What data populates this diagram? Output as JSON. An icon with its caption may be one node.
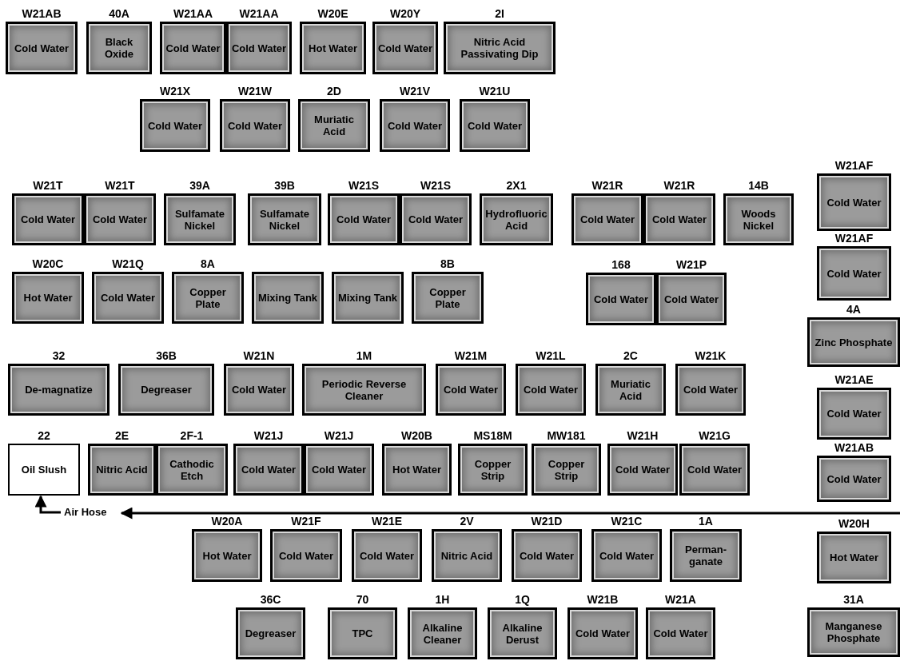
{
  "diagram": {
    "nodes": [
      {
        "text": [
          "W21AB",
          "Cold Water"
        ]
      },
      {
        "text": [
          "40A",
          "Black Oxide"
        ]
      },
      {
        "text": [
          "W21AA",
          "Cold Water"
        ]
      },
      {
        "text": [
          "W21AA",
          "Cold Water"
        ]
      },
      {
        "text": [
          "W20E",
          "Hot Water"
        ]
      },
      {
        "text": [
          "W20Y",
          "Cold Water"
        ]
      },
      {
        "text": [
          "2I",
          "Nitric Acid Passivating Dip"
        ]
      },
      {
        "text": [
          "W21X",
          "Cold Water"
        ]
      },
      {
        "text": [
          "W21W",
          "Cold Water"
        ]
      },
      {
        "text": [
          "2D",
          "Muriatic Acid"
        ]
      },
      {
        "text": [
          "W21V",
          "Cold Water"
        ]
      },
      {
        "text": [
          "W21U",
          "Cold Water"
        ]
      },
      {
        "text": [
          "W21T",
          "Cold Water"
        ]
      },
      {
        "text": [
          "W21T",
          "Cold Water"
        ]
      },
      {
        "text": [
          "39A",
          "Sulfamate Nickel"
        ]
      },
      {
        "text": [
          "39B",
          "Sulfamate Nickel"
        ]
      },
      {
        "text": [
          "W21S",
          "Cold Water"
        ]
      },
      {
        "text": [
          "W21S",
          "Cold Water"
        ]
      },
      {
        "text": [
          "2X1",
          "Hydrofluoric Acid"
        ]
      },
      {
        "text": [
          "W21R",
          "Cold Water"
        ]
      },
      {
        "text": [
          "W21R",
          "Cold Water"
        ]
      },
      {
        "text": [
          "14B",
          "Woods Nickel"
        ]
      },
      {
        "text": [
          "W21AF",
          "Cold Water"
        ]
      },
      {
        "text": [
          "W21AF",
          "Cold Water"
        ]
      },
      {
        "text": [
          "W20C",
          "Hot Water"
        ]
      },
      {
        "text": [
          "W21Q",
          "Cold Water"
        ]
      },
      {
        "text": [
          "8A",
          "Copper Plate"
        ]
      },
      {
        "text": [
          "Mixing Tank"
        ]
      },
      {
        "text": [
          "Mixing Tank"
        ]
      },
      {
        "text": [
          "8B",
          "Copper Plate"
        ]
      },
      {
        "text": [
          "168",
          "Cold Water"
        ]
      },
      {
        "text": [
          "W21P",
          "Cold Water"
        ]
      },
      {
        "text": [
          "4A",
          "Zinc Phosphate"
        ]
      },
      {
        "text": [
          "32",
          "De-magnatize"
        ]
      },
      {
        "text": [
          "36B",
          "Degreaser"
        ]
      },
      {
        "text": [
          "W21N",
          "Cold Water"
        ]
      },
      {
        "text": [
          "1M",
          "Periodic Reverse Cleaner"
        ]
      },
      {
        "text": [
          "W21M",
          "Cold Water"
        ]
      },
      {
        "text": [
          "W21L",
          "Cold Water"
        ]
      },
      {
        "text": [
          "2C",
          "Muriatic Acid"
        ]
      },
      {
        "text": [
          "W21K",
          "Cold Water"
        ]
      },
      {
        "text": [
          "W21AE",
          "Cold Water"
        ]
      },
      {
        "text": [
          "22",
          "Oil Slush"
        ]
      },
      {
        "text": [
          "2E",
          "Nitric Acid"
        ]
      },
      {
        "text": [
          "2F-1",
          "Cathodic Etch"
        ]
      },
      {
        "text": [
          "W21J",
          "Cold Water"
        ]
      },
      {
        "text": [
          "W21J",
          "Cold Water"
        ]
      },
      {
        "text": [
          "W20B",
          "Hot Water"
        ]
      },
      {
        "text": [
          "MS18M",
          "Copper Strip"
        ]
      },
      {
        "text": [
          "MW181",
          "Copper Strip"
        ]
      },
      {
        "text": [
          "W21H",
          "Cold Water"
        ]
      },
      {
        "text": [
          "W21G",
          "Cold Water"
        ]
      },
      {
        "text": [
          "W21AB",
          "Cold Water"
        ]
      },
      {
        "text": [
          "Air Hose"
        ]
      },
      {
        "text": [
          "W20A",
          "Hot Water"
        ]
      },
      {
        "text": [
          "W21F",
          "Cold Water"
        ]
      },
      {
        "text": [
          "W21E",
          "Cold Water"
        ]
      },
      {
        "text": [
          "2V",
          "Nitric Acid"
        ]
      },
      {
        "text": [
          "W21D",
          "Cold Water"
        ]
      },
      {
        "text": [
          "W21C",
          "Cold Water"
        ]
      },
      {
        "text": [
          "1A",
          "Perman- ganate"
        ]
      },
      {
        "text": [
          "W20H",
          "Hot Water"
        ]
      },
      {
        "text": [
          "36C",
          "Degreaser"
        ]
      },
      {
        "text": [
          "70",
          "TPC"
        ]
      },
      {
        "text": [
          "1H",
          "Alkaline Cleaner"
        ]
      },
      {
        "text": [
          "1Q",
          "Alkaline Derust"
        ]
      },
      {
        "text": [
          "W21B",
          "Cold Water"
        ]
      },
      {
        "text": [
          "W21A",
          "Cold Water"
        ]
      },
      {
        "text": [
          "31A",
          "Manganese Phosphate"
        ]
      }
    ],
    "edges": [
      {
        "from": null,
        "to": 53,
        "arrow": "to"
      },
      {
        "from": 53,
        "to": 42,
        "arrow": "to"
      }
    ]
  }
}
